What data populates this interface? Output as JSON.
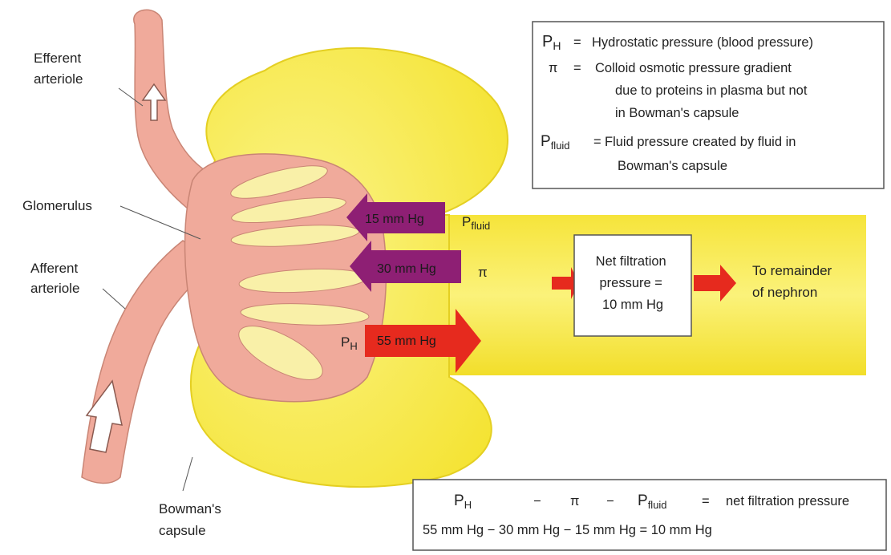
{
  "colors": {
    "capsule": "#f7ea3d",
    "capsule_edge": "#d9c21a",
    "vessel": "#f0aa9b",
    "vessel_edge": "#c98575",
    "lumen": "#f9f0a8",
    "arrow_purple": "#8e1f74",
    "arrow_red": "#e62a1e",
    "box_border": "#555555"
  },
  "labels": {
    "efferent": [
      "Efferent",
      "arteriole"
    ],
    "glomerulus": "Glomerulus",
    "afferent": [
      "Afferent",
      "arteriole"
    ],
    "bowman": [
      "Bowman's",
      "capsule"
    ],
    "to_remainder": [
      "To remainder",
      "of nephron"
    ]
  },
  "forces": {
    "p_fluid": {
      "value": "15 mm Hg",
      "symbol": "P",
      "sub": "fluid"
    },
    "pi": {
      "value": "30 mm Hg",
      "symbol": "π"
    },
    "p_h": {
      "value": "55 mm Hg",
      "symbol": "P",
      "sub": "H"
    }
  },
  "net_box": [
    "Net filtration",
    "pressure =",
    "10 mm Hg"
  ],
  "legend": {
    "ph_sym": "P",
    "ph_sub": "H",
    "ph_eq": "=",
    "ph_text": "Hydrostatic pressure (blood pressure)",
    "pi_sym": "π",
    "pi_eq": "=",
    "pi_text": [
      "Colloid osmotic pressure gradient",
      "due to proteins in plasma but not",
      "in Bowman's capsule"
    ],
    "pf_sym": "P",
    "pf_sub": "fluid",
    "pf_eq": "=",
    "pf_text": [
      "Fluid pressure created by fluid in",
      "Bowman's capsule"
    ]
  },
  "equation": {
    "t1_sym": "P",
    "t1_sub": "H",
    "minus1": "−",
    "t2": "π",
    "minus2": "−",
    "t3_sym": "P",
    "t3_sub": "fluid",
    "equals": "=",
    "result": "net filtration pressure",
    "line2": "55 mm Hg − 30 mm Hg − 15 mm Hg = 10 mm Hg"
  }
}
